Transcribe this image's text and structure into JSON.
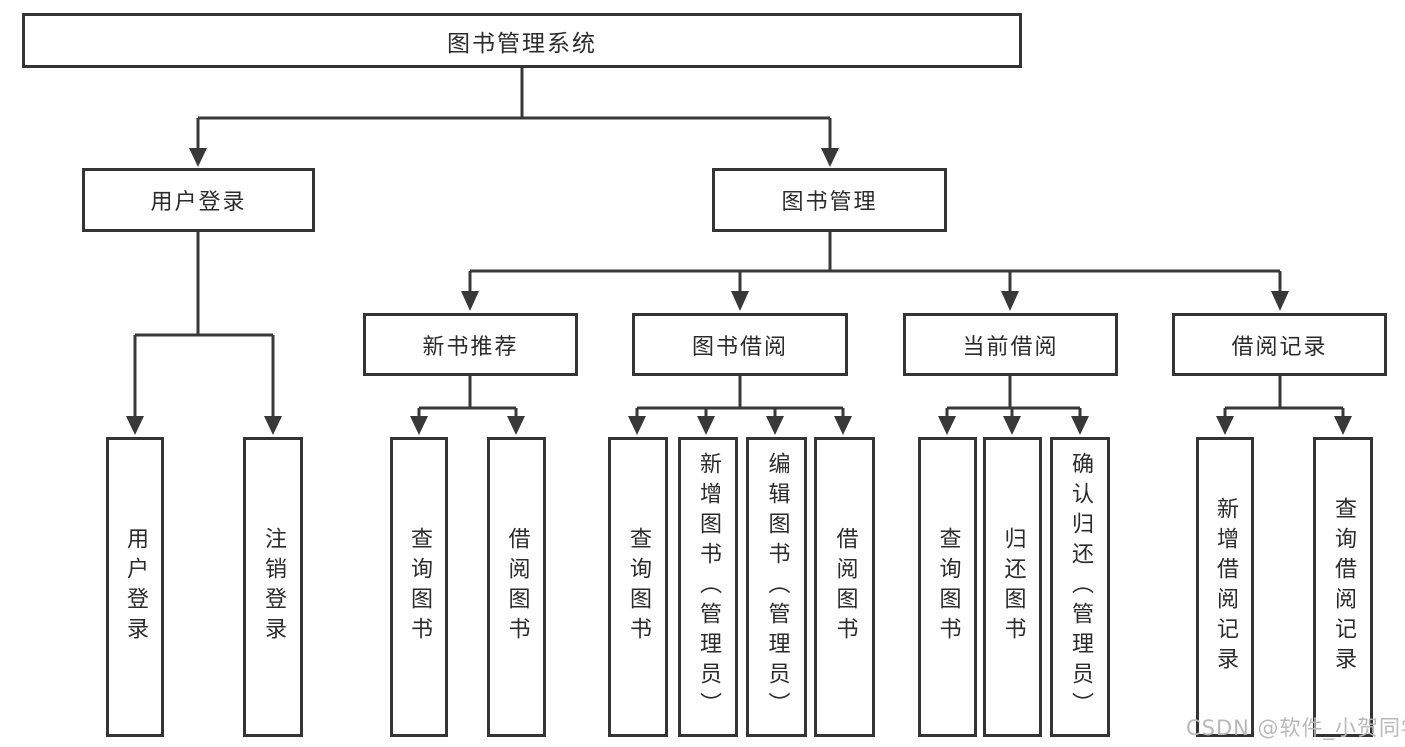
{
  "tree": {
    "root": {
      "label": "图书管理系统"
    },
    "branches": [
      {
        "label": "用户登录",
        "children": [
          "用户登录",
          "注销登录"
        ]
      },
      {
        "label": "图书管理",
        "children": [
          {
            "label": "新书推荐",
            "children": [
              "查询图书",
              "借阅图书"
            ]
          },
          {
            "label": "图书借阅",
            "children": [
              "查询图书",
              "新增图书（管理员）",
              "编辑图书（管理员）",
              "借阅图书"
            ]
          },
          {
            "label": "当前借阅",
            "children": [
              "查询图书",
              "归还图书",
              "确认归还（管理员）"
            ]
          },
          {
            "label": "借阅记录",
            "children": [
              "新增借阅记录",
              "查询借阅记录"
            ]
          }
        ]
      }
    ]
  },
  "watermark": {
    "text": "CSDN @软件_小贺同学"
  },
  "colors": {
    "line": "#383838",
    "border": "#343434",
    "text": "#2b2b2b",
    "watermark": "#b9b9b9",
    "background": "#ffffff"
  }
}
